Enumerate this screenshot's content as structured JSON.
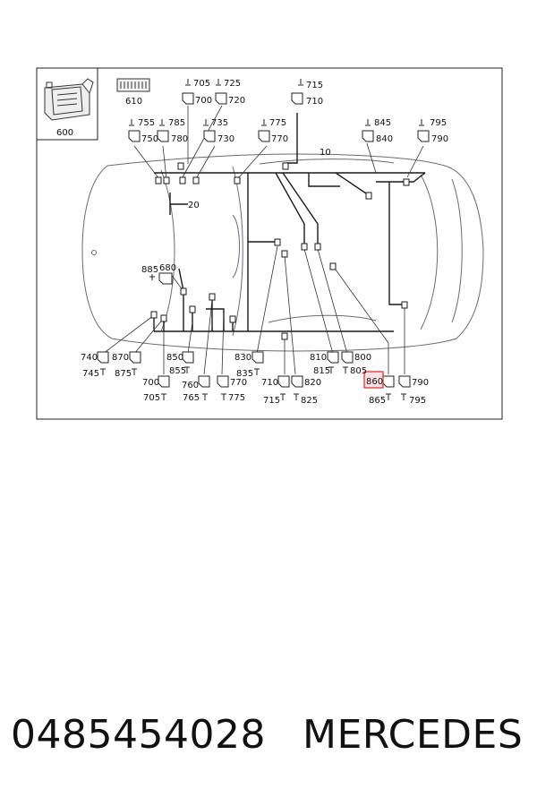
{
  "footer": {
    "part_number": "0485454028",
    "brand": "MERCEDES"
  },
  "labels": {
    "l600": "600",
    "l610": "610",
    "l705a": "705",
    "l725a": "725",
    "l700a": "700",
    "l720a": "720",
    "l715a": "715",
    "l710a": "710",
    "l755a": "755",
    "l785a": "785",
    "l735a": "735",
    "l775a": "775",
    "l750a": "750",
    "l780a": "780",
    "l730a": "730",
    "l770a": "770",
    "l845a": "845",
    "l840a": "840",
    "l795a": "795",
    "l790a": "790",
    "l10": "10",
    "l20": "20",
    "l885": "885",
    "l680": "680",
    "l740b": "740",
    "l870b": "870",
    "l850b": "850",
    "l830b": "830",
    "l810b": "810",
    "l800b": "800",
    "l745b": "745",
    "l875b": "875",
    "l855b": "855",
    "l835b": "835",
    "l815b": "815",
    "l805b": "805",
    "l700b": "700",
    "l760b": "760",
    "l770b": "770",
    "l710b": "710",
    "l820b": "820",
    "l860b": "860",
    "l790b": "790",
    "l705b": "705",
    "l765b": "765",
    "l775b": "775",
    "l715b": "715",
    "l825b": "825",
    "l865b": "865",
    "l795b": "795"
  },
  "colors": {
    "highlight": "#e0242b",
    "highlight_fill": "#fbe3e3",
    "car_outline": "#6a6a78",
    "harness": "#1a1a1a"
  }
}
